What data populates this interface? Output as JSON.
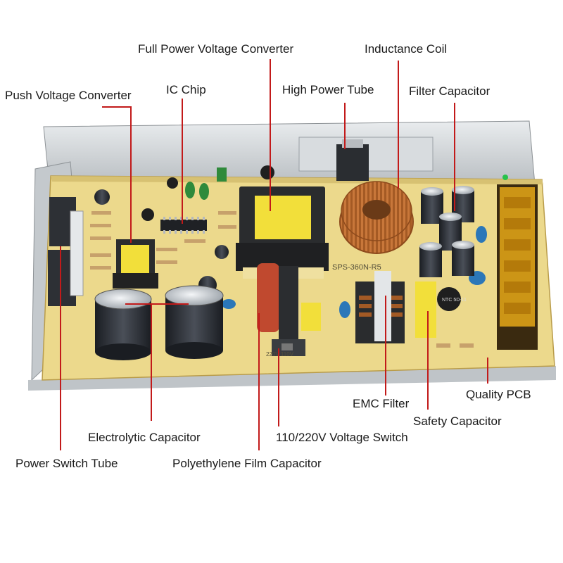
{
  "labels": {
    "full_power_voltage_converter": "Full Power Voltage Converter",
    "inductance_coil": "Inductance Coil",
    "push_voltage_converter": "Push Voltage Converter",
    "ic_chip": "IC Chip",
    "high_power_tube": "High Power Tube",
    "filter_capacitor": "Filter Capacitor",
    "emc_filter": "EMC Filter",
    "quality_pcb": "Quality PCB",
    "safety_capacitor": "Safety Capacitor",
    "electrolytic_capacitor": "Electrolytic Capacitor",
    "voltage_switch": "110/220V Voltage Switch",
    "power_switch_tube": "Power Switch Tube",
    "polyethylene_film_capacitor": "Polyethylene Film Capacitor"
  },
  "board_markings": {
    "model": "SPS-360N-R5",
    "ntc": "NTC 5D-11",
    "switch_marking": "220V 110V"
  },
  "colors": {
    "pcb": "#ecd98c",
    "leader_line": "#c21a1a",
    "metal": "#cfd3d6",
    "capacitor": "#2b2f36",
    "copper": "#c8773a",
    "yellow_tape": "#f2df3a",
    "terminal": "#e6a817"
  }
}
